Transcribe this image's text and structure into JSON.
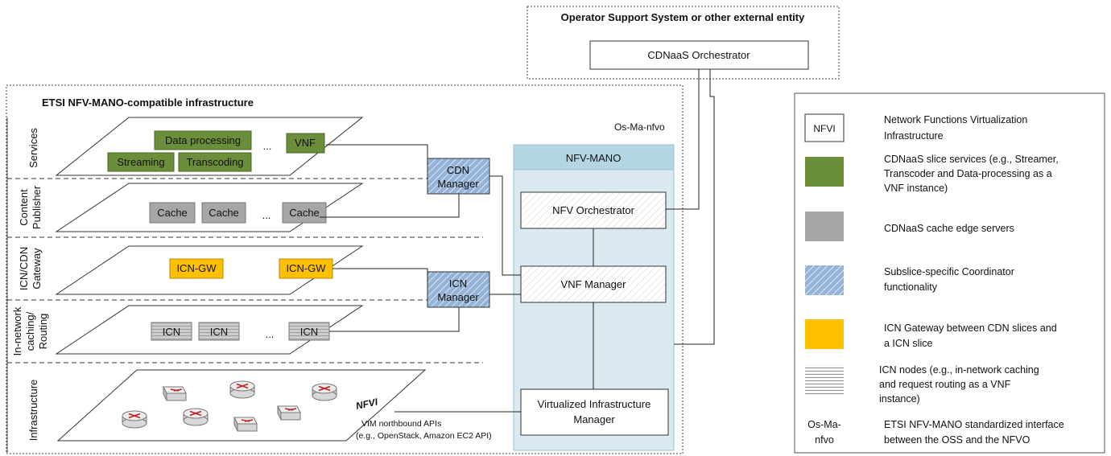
{
  "oss": {
    "title": "Operator Support System or other external entity",
    "orchestrator": "CDNaaS Orchestrator"
  },
  "infra": {
    "title": "ETSI NFV-MANO-compatible infrastructure",
    "interface_label": "Os-Ma-nfvo"
  },
  "layers": {
    "services": {
      "label": "Services",
      "items": [
        "Data processing",
        "Streaming",
        "Transcoding",
        "VNF"
      ],
      "ellipsis": "..."
    },
    "content_publisher": {
      "label_line1": "Content",
      "label_line2": "Publisher",
      "items": [
        "Cache",
        "Cache",
        "Cache"
      ],
      "ellipsis": "..."
    },
    "icn_gateway": {
      "label_line1": "ICN/CDN",
      "label_line2": "Gateway",
      "items": [
        "ICN-GW",
        "ICN-GW"
      ]
    },
    "in_network": {
      "label_line1": "In-network",
      "label_line2": "caching/",
      "label_line3": "Routing",
      "items": [
        "ICN",
        "ICN",
        "ICN"
      ],
      "ellipsis": "..."
    },
    "infrastructure": {
      "label": "Infrastructure",
      "nfvi": "NFVI",
      "api_line1": "VIM northbound APIs",
      "api_line2": "(e.g., OpenStack, Amazon EC2 API)"
    }
  },
  "managers": {
    "cdn_line1": "CDN",
    "cdn_line2": "Manager",
    "icn_line1": "ICN",
    "icn_line2": "Manager"
  },
  "mano": {
    "title": "NFV-MANO",
    "orchestrator": "NFV Orchestrator",
    "vnf_manager": "VNF Manager",
    "vim_line1": "Virtualized Infrastructure",
    "vim_line2": "Manager"
  },
  "legend": {
    "nfvi_key": "NFVI",
    "nfvi_line1": "Network Functions Virtualization",
    "nfvi_line2": "Infrastructure",
    "services_line1": "CDNaaS slice services (e.g., Streamer,",
    "services_line2": "Transcoder and Data-processing as a",
    "services_line3": "VNF instance)",
    "cache_line1": "CDNaaS cache edge servers",
    "coord_line1": "Subslice-specific Coordinator",
    "coord_line2": "functionality",
    "gw_line1": "ICN Gateway between CDN slices and",
    "gw_line2": "a ICN slice",
    "icn_line1": "ICN nodes  (e.g., in-network caching",
    "icn_line2": "and request routing as a VNF",
    "icn_line3": "instance)",
    "osma_key_line1": "Os-Ma-",
    "osma_key_line2": "nfvo",
    "osma_line1": "ETSI NFV-MANO standardized interface",
    "osma_line2": "between the OSS and the NFVO"
  },
  "colors": {
    "green": "#6b8e3a",
    "gray": "#a6a6a6",
    "blue": "#95b3d7",
    "yellow": "#ffc000",
    "mano_bg": "#dbe9f1",
    "mano_header": "#b4d6e4"
  }
}
